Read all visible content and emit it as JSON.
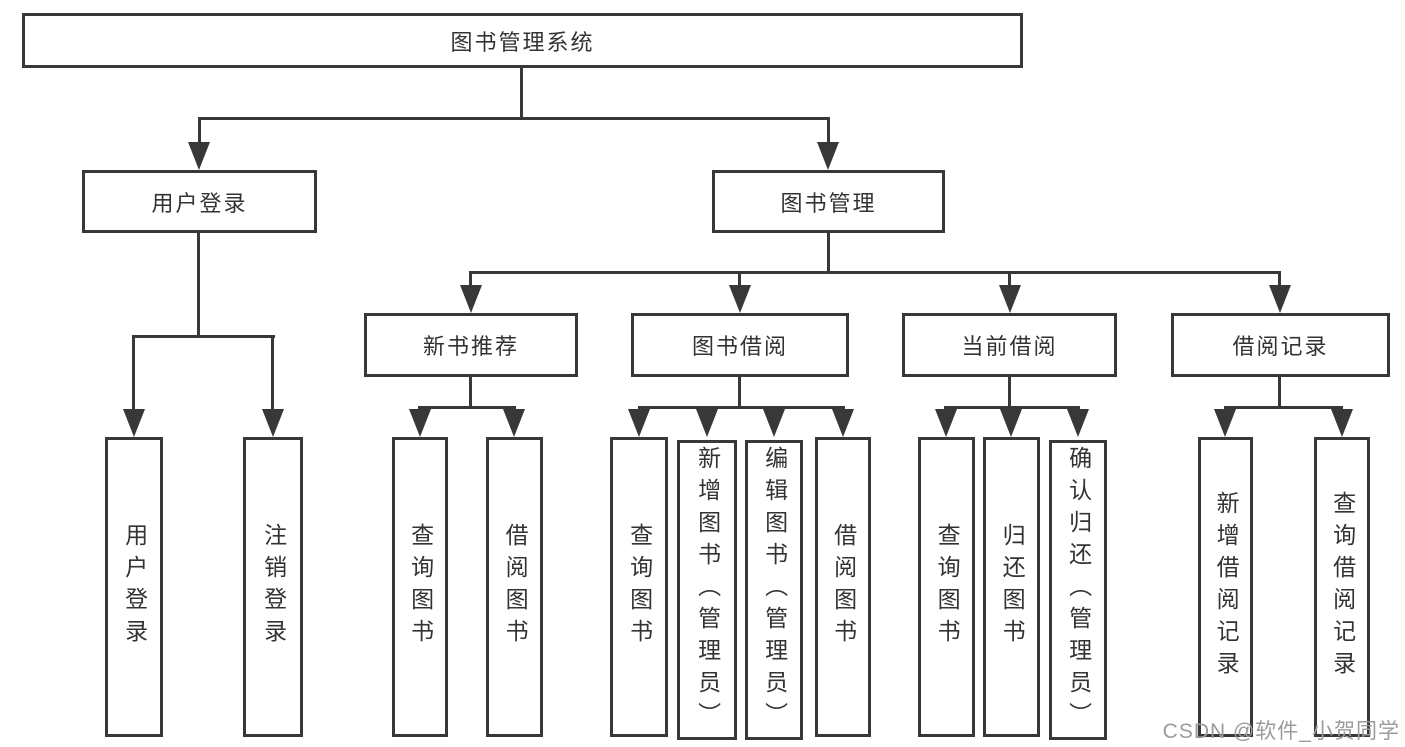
{
  "diagram": {
    "root": {
      "label": "图书管理系统"
    },
    "level1": [
      {
        "label": "用户登录"
      },
      {
        "label": "图书管理"
      }
    ],
    "level2": [
      {
        "label": "新书推荐"
      },
      {
        "label": "图书借阅"
      },
      {
        "label": "当前借阅"
      },
      {
        "label": "借阅记录"
      }
    ],
    "leaves": [
      {
        "label": "用户登录"
      },
      {
        "label": "注销登录"
      },
      {
        "label": "查询图书"
      },
      {
        "label": "借阅图书"
      },
      {
        "label": "查询图书"
      },
      {
        "label": "新增图书（管理员）"
      },
      {
        "label": "编辑图书（管理员）"
      },
      {
        "label": "借阅图书"
      },
      {
        "label": "查询图书"
      },
      {
        "label": "归还图书"
      },
      {
        "label": "确认归还（管理员）"
      },
      {
        "label": "新增借阅记录"
      },
      {
        "label": "查询借阅记录"
      }
    ],
    "watermark": "CSDN @软件_小贺同学",
    "colors": {
      "line": "#383838",
      "text": "#333333",
      "background": "#ffffff",
      "watermark": "#9b9b9b"
    }
  }
}
